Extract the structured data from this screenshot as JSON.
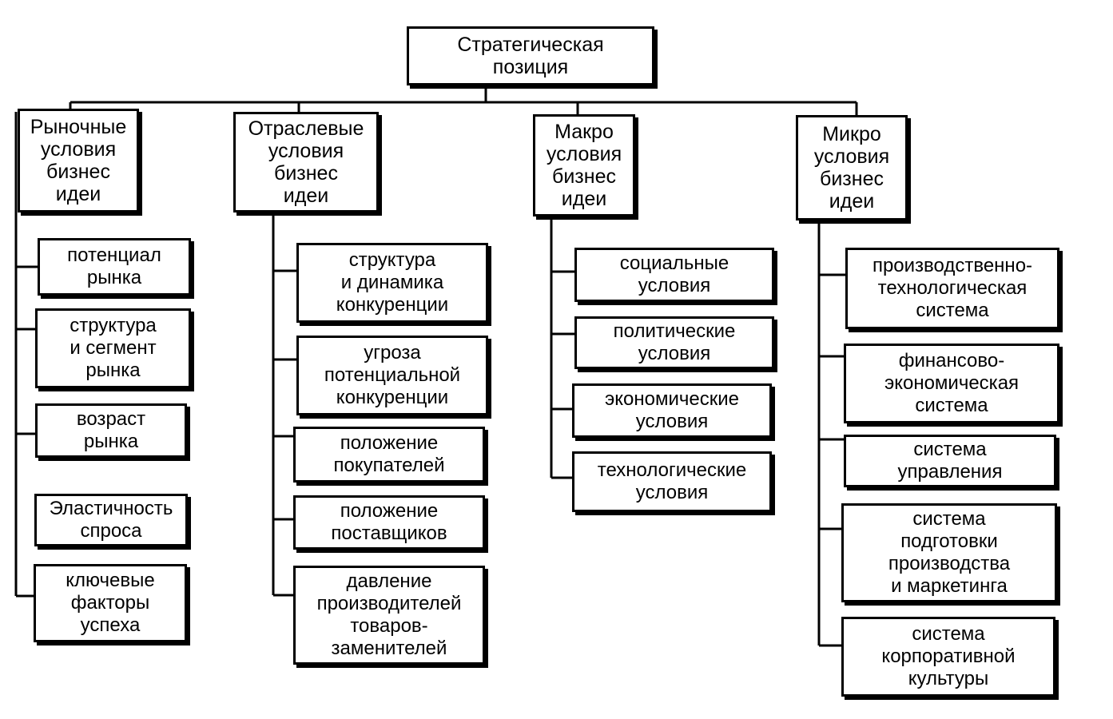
{
  "root": {
    "label": "Стратегическая\nпозиция"
  },
  "groups": [
    {
      "head": "Рыночные\nусловия\nбизнес\nидеи",
      "items": [
        "потенциал\nрынка",
        "структура\nи сегмент\nрынка",
        "возраст\nрынка",
        "Эластичность\nспроса",
        "ключевые\nфакторы\nуспеха"
      ]
    },
    {
      "head": "Отраслевые\nусловия\nбизнес\nидеи",
      "items": [
        "структура\nи динамика\nконкуренции",
        "угроза\nпотенциальной\nконкуренции",
        "положение\nпокупателей",
        "положение\nпоставщиков",
        "давление\nпроизводителей\nтоваров-\nзаменителей"
      ]
    },
    {
      "head": "Макро\nусловия\nбизнес\nидеи",
      "items": [
        "социальные\nусловия",
        "политические\nусловия",
        "экономические\nусловия",
        "технологические\nусловия"
      ]
    },
    {
      "head": "Микро\nусловия\nбизнес\nидеи",
      "items": [
        "производственно-\nтехнологическая\nсистема",
        "финансово-\nэкономическая\nсистема",
        "система\nуправления",
        "система\nподготовки\nпроизводства\nи маркетинга",
        "система\nкорпоративной\nкультуры"
      ]
    }
  ]
}
